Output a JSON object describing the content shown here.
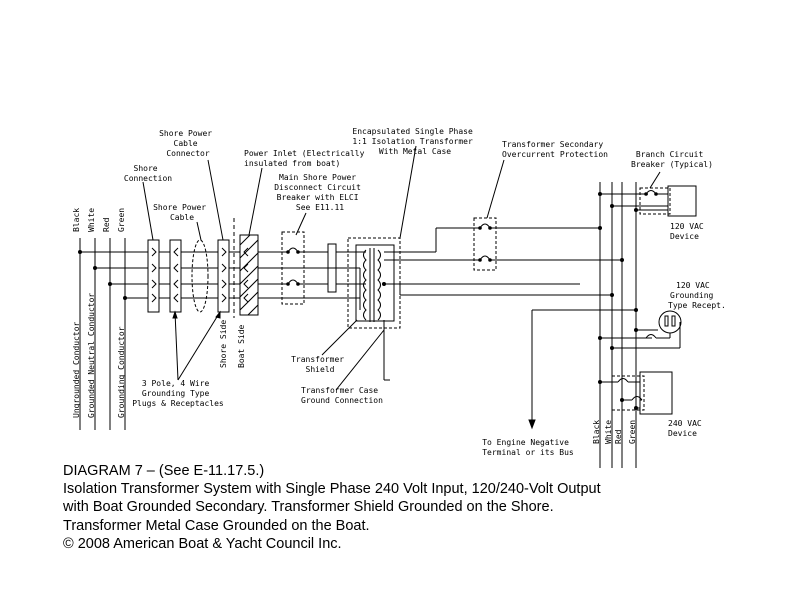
{
  "labels": {
    "black_l": "Black",
    "white_l": "White",
    "red_l": "Red",
    "green_l": "Green",
    "shore_conn": [
      "Shore",
      "Connection"
    ],
    "shore_cable": [
      "Shore Power",
      "Cable"
    ],
    "shore_power_conn": [
      "Shore Power",
      "Cable",
      "Connector"
    ],
    "power_inlet": [
      "Power Inlet (Electrically",
      "insulated from boat)"
    ],
    "main_disconnect": [
      "Main Shore Power",
      "Disconnect Circuit",
      "Breaker with ELCI",
      "See E11.11"
    ],
    "iso_transformer": [
      "Encapsulated Single Phase",
      "1:1 Isolation Transformer",
      "With Metal Case"
    ],
    "secondary_ocp": [
      "Transformer Secondary",
      "Overcurrent Protection"
    ],
    "branch_breaker": [
      "Branch Circuit",
      "Breaker (Typical)"
    ],
    "device_120": [
      "120 VAC",
      "Device"
    ],
    "recept_120": [
      "120 VAC",
      "Grounding",
      "Type Recept."
    ],
    "device_240": [
      "240 VAC",
      "Device"
    ],
    "ungrounded": "Ungrounded Conductor",
    "neutral": "Grounded Neutral Conductor",
    "grounding": "Grounding Conductor",
    "plugs": [
      "3 Pole, 4 Wire",
      "Grounding Type",
      "Plugs & Receptacles"
    ],
    "shore_side": "Shore Side",
    "boat_side": "Boat Side",
    "shield": [
      "Transformer",
      "Shield"
    ],
    "case_ground": [
      "Transformer Case",
      "Ground Connection"
    ],
    "engine_neg": [
      "To Engine Negative",
      "Terminal or its Bus"
    ],
    "black_r": "Black",
    "white_r": "White",
    "red_r": "Red",
    "green_r": "Green"
  },
  "caption": {
    "line1": "DIAGRAM 7 – (See E-11.17.5.)",
    "line2": "Isolation Transformer System with Single Phase 240 Volt Input, 120/240-Volt Output",
    "line3": "with Boat Grounded Secondary. Transformer Shield Grounded on the Shore.",
    "line4": "Transformer Metal Case Grounded on the Boat.",
    "line5": " © 2008 American Boat & Yacht Council Inc."
  }
}
